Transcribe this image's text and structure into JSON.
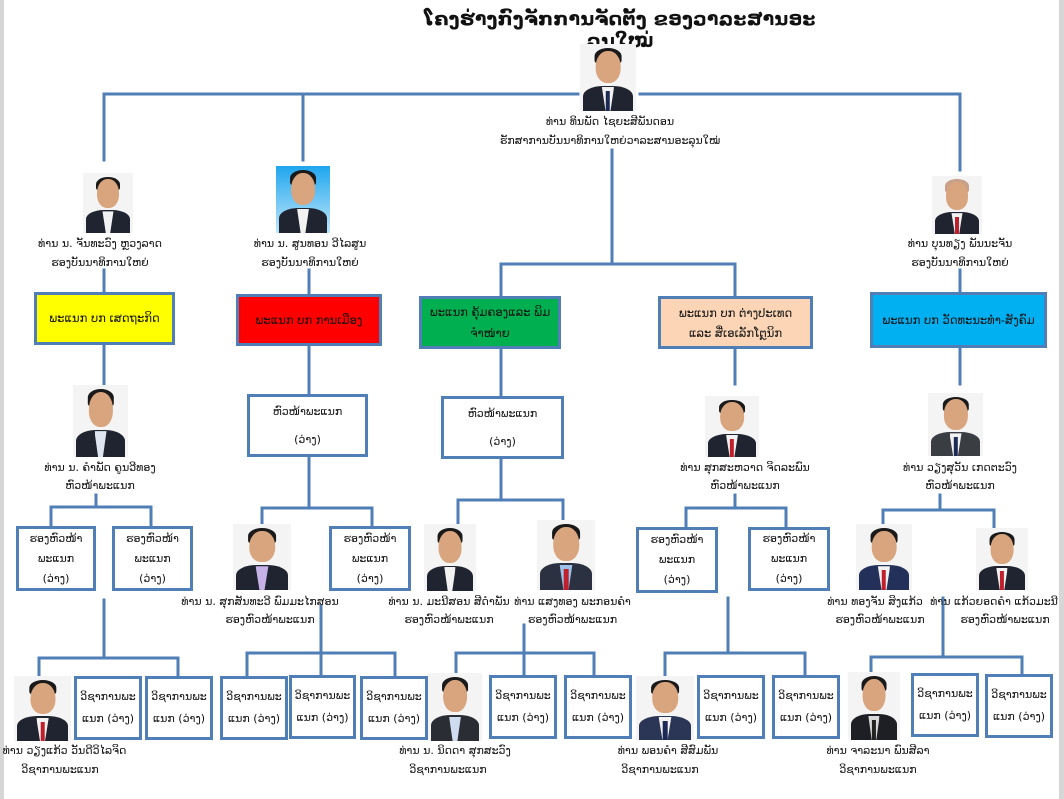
{
  "title": "ໂຄງຮ່າງກົງຈັກການຈັດຕັ້ງ ຂອງວາລະສານອະລຸນໃໝ່",
  "chief": {
    "name": "ທ່ານ ທິນພັດ ໄຊຍະສີພັນດອນ",
    "role": "ຮັກສາການບັນນາທິການໃຫຍ່ວາລະສານອະລຸນໃໝ່"
  },
  "deputies": [
    {
      "name": "ທ່ານ ນ. ຈັນທະວົງ ຫຼວງລາດ",
      "role": "ຮອງບັນນາທິການໃຫຍ່"
    },
    {
      "name": "ທ່ານ ນ. ສູນທອນ ວີໄລສູນ",
      "role": "ຮອງບັນນາທິການໃຫຍ່"
    },
    {
      "name": "ທ່ານ ບຸນທຽງ ພັນນະຈັນ",
      "role": "ຮອງບັນນາທິການໃຫຍ່"
    }
  ],
  "departments": [
    {
      "label": "ພະແນກ ບກ ເສດຖະກິດ",
      "color": "#ffff00"
    },
    {
      "label": "ພະແນກ ບກ ການເມືອງ",
      "color": "#ff0000"
    },
    {
      "label": "ພະແນກ ຄຸ້ມຄອງແລະ ພິມຈຳໜ່າຍ",
      "color": "#00b050"
    },
    {
      "label_line1": "ພະແນກ ບກ ຕ່າງປະເທດ",
      "label_line2": "ແລະ ສື່ເອເລັກໂຕຼນິກ",
      "color": "#fbd5b5"
    },
    {
      "label": "ພະແນກ ບກ ວັດທະນະທຳ-ສັງຄົມ",
      "color": "#00b0f0"
    }
  ],
  "heads": [
    {
      "name": "ທ່ານ ນ. ຄຳພັດ ຄູນວີທອງ",
      "role": "ຫົວໜ້າພະແນກ"
    },
    {
      "line1": "ຫົວໜ້າພະແນກ",
      "line2": "(ວ່າງ)"
    },
    {
      "line1": "ຫົວໜ້າພະແນກ",
      "line2": "(ວ່າງ)"
    },
    {
      "name": "ທ່ານ ສຸກສະຫວາດ ຈິດລະພົນ",
      "role": "ຫົວໜ້າພະແນກ"
    },
    {
      "name": "ທ່ານ ວຽງສຸວັນ ເກດຕະວົງ",
      "role": "ຫົວໜ້າພະແນກ"
    }
  ],
  "vacant_deputy_box": {
    "line1": "ຮອງຫົວໜ້າ",
    "line2": "ພະແນກ",
    "line3": "(ວ່າງ)"
  },
  "deputy_heads": [
    {
      "name": "ທ່ານ ນ. ສຸກສັນທະວີ ພົມມະໄກສອນ",
      "role": "ຮອງຫົວໜ້າພະແນກ"
    },
    {
      "name": "ທ່ານ ນ. ມະນີສອນ ສີດຳພັນ",
      "role": "ຮອງຫົວໜ້າພະແນກ"
    },
    {
      "name": "ທ່ານ ແສງທອງ ພະກອນຄຳ",
      "role": "ຮອງຫົວໜ້າພະແນກ"
    },
    {
      "name": "ທ່ານ ທອງຈັນ ສິງແກ້ວ",
      "role": "ຮອງຫົວໜ້າພະແນກ"
    },
    {
      "name": "ທ່ານ ແກ້ວຍອດຄຳ ແກ້ວມະນີ",
      "role": "ຮອງຫົວໜ້າພະແນກ"
    }
  ],
  "vacant_technician_box": {
    "line1": "ວິຊາການພະ",
    "line2": "ແນກ (ວ່າງ)"
  },
  "technicians": [
    {
      "name": "ທ່ານ ວຽງແກ້ວ ວັນດີວິໄລຈິດ",
      "role": "ວິຊາການພະແນກ"
    },
    {
      "name": "ທ່ານ ນ. ນິດດາ ສຸກສະວົງ",
      "role": "ວິຊາການພະແນກ"
    },
    {
      "name": "ທ່ານ ພອນຄຳ ສີສົມພັນ",
      "role": "ວິຊາການພະແນກ"
    },
    {
      "name": "ທ່ານ ຈາລະນາ ພົນສີລາ",
      "role": "ວິຊາການພະແນກ"
    }
  ]
}
